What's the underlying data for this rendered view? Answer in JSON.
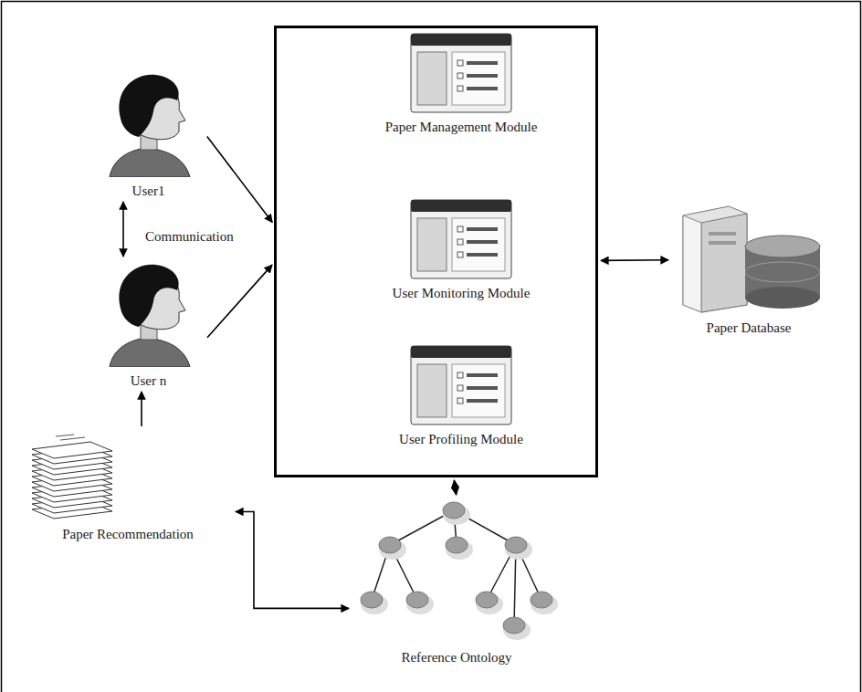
{
  "diagram": {
    "nodes": [
      {
        "text": []
      },
      {
        "text": [
          "Paper Management Module"
        ],
        "in": 0
      },
      {
        "text": [
          "User Monitoring Module"
        ],
        "in": 0
      },
      {
        "text": [
          "User Profiling Module"
        ],
        "in": 0
      },
      {
        "text": [
          "User1"
        ]
      },
      {
        "text": [
          "User n"
        ]
      },
      {
        "text": [
          "Paper Recommendation"
        ]
      },
      {
        "text": [
          "Paper Database"
        ]
      },
      {
        "text": [
          "Reference Ontology"
        ]
      }
    ],
    "edges": [
      {
        "from": 1,
        "to": 2,
        "arrow": "both"
      },
      {
        "from": 2,
        "to": 3,
        "arrow": "both"
      },
      {
        "from": 4,
        "to": 0,
        "arrow": "to"
      },
      {
        "from": 5,
        "to": 0,
        "arrow": "to"
      },
      {
        "from": 4,
        "to": 5,
        "label": "Communication",
        "arrow": "both"
      },
      {
        "from": 6,
        "to": 5,
        "arrow": "to"
      },
      {
        "from": 0,
        "to": 7,
        "arrow": "both"
      },
      {
        "from": 0,
        "to": 8,
        "arrow": "both"
      },
      {
        "from": 6,
        "to": 8,
        "arrow": "both"
      }
    ]
  }
}
